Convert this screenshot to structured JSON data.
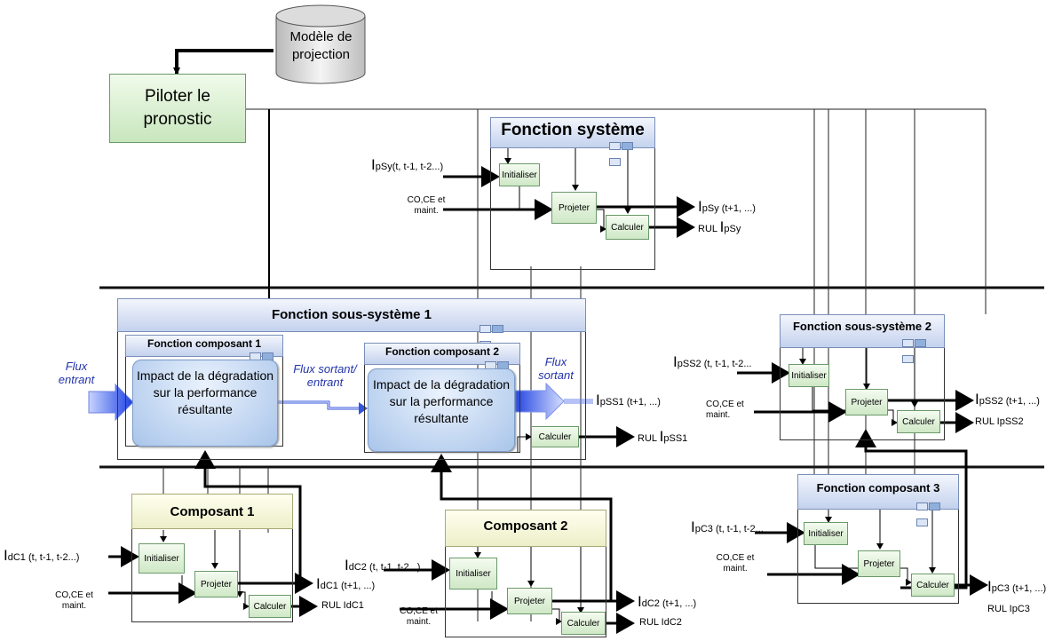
{
  "top": {
    "database_label": "Modèle de projection",
    "pilot_label": "Piloter le pronostic"
  },
  "system": {
    "title": "Fonction système",
    "input_symbol": "I",
    "input_sub": "pSy(t, t-1, t-2...)",
    "other_input": "CO,CE et maint.",
    "output_symbol": "I",
    "output_sub": "pSy (t+1, ...)",
    "rul_prefix": "RUL ",
    "rul_symbol": "I",
    "rul_sub": "pSy"
  },
  "subsystem1": {
    "title": "Fonction sous-système 1",
    "comp1_title": "Fonction composant 1",
    "comp2_title": "Fonction composant 2",
    "impact_text": "Impact de la dégradation sur la performance résultante",
    "flux_in": "Flux entrant",
    "flux_mid": "Flux sortant/ entrant",
    "flux_out": "Flux sortant",
    "output_symbol": "I",
    "output_sub": "pSS1 (t+1, ...)",
    "rul_prefix": "RUL ",
    "rul_symbol": "I",
    "rul_sub": "pSS1"
  },
  "subsystem2": {
    "title": "Fonction sous-système 2",
    "input_symbol": "I",
    "input_sub": "pSS2 (t, t-1, t-2...",
    "other_input": "CO,CE et maint.",
    "output_symbol": "I",
    "output_sub": "pSS2 (t+1, ...)",
    "rul_text": "RUL IpSS2"
  },
  "component1": {
    "title": "Composant 1",
    "input_symbol": "I",
    "input_sub": "dC1 (t, t-1, t-2...)",
    "other_input": "CO,CE et maint.",
    "output_symbol": "I",
    "output_sub": "dC1 (t+1, ...)",
    "rul_text": "RUL IdC1"
  },
  "component2": {
    "title": "Composant 2",
    "input_symbol": "I",
    "input_sub": "dC2 (t, t-1, t-2...)",
    "other_input": "CO,CE et maint.",
    "output_symbol": "I",
    "output_sub": "dC2 (t+1, ...)",
    "rul_text": "RUL IdC2"
  },
  "component3": {
    "title": "Fonction composant 3",
    "input_symbol": "I",
    "input_sub": "pC3 (t, t-1, t-2...",
    "other_input": "CO,CE et maint.",
    "output_symbol": "I",
    "output_sub": "pC3 (t+1, ...)",
    "rul_text": "RUL IpC3"
  },
  "steps": {
    "init": "Initialiser",
    "project": "Projeter",
    "compute": "Calculer"
  },
  "colors": {
    "frame_header": "#c4d2ee",
    "component_header": "#ecefc8",
    "step_box": "#cfe8c6",
    "impact_box": "#a9c5ea",
    "flux_text": "#2233aa",
    "flux_arrow": "#3355dd"
  }
}
